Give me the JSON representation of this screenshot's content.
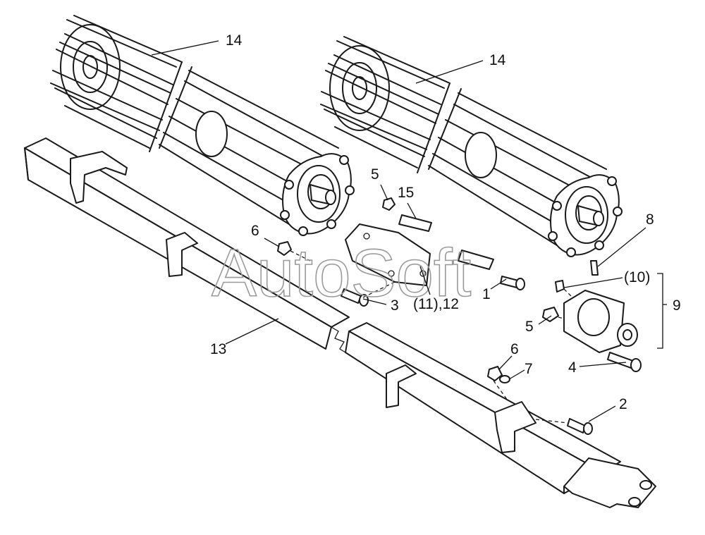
{
  "watermark": "AutoSoft",
  "labels": {
    "p14a": "14",
    "p14b": "14",
    "p5a": "5",
    "p15": "15",
    "p6a": "6",
    "p3": "3",
    "p11_12": "(11),12",
    "p1": "1",
    "p8": "8",
    "p10": "(10)",
    "p9": "9",
    "p5b": "5",
    "p13": "13",
    "p6b": "6",
    "p7": "7",
    "p4": "4",
    "p2": "2"
  }
}
